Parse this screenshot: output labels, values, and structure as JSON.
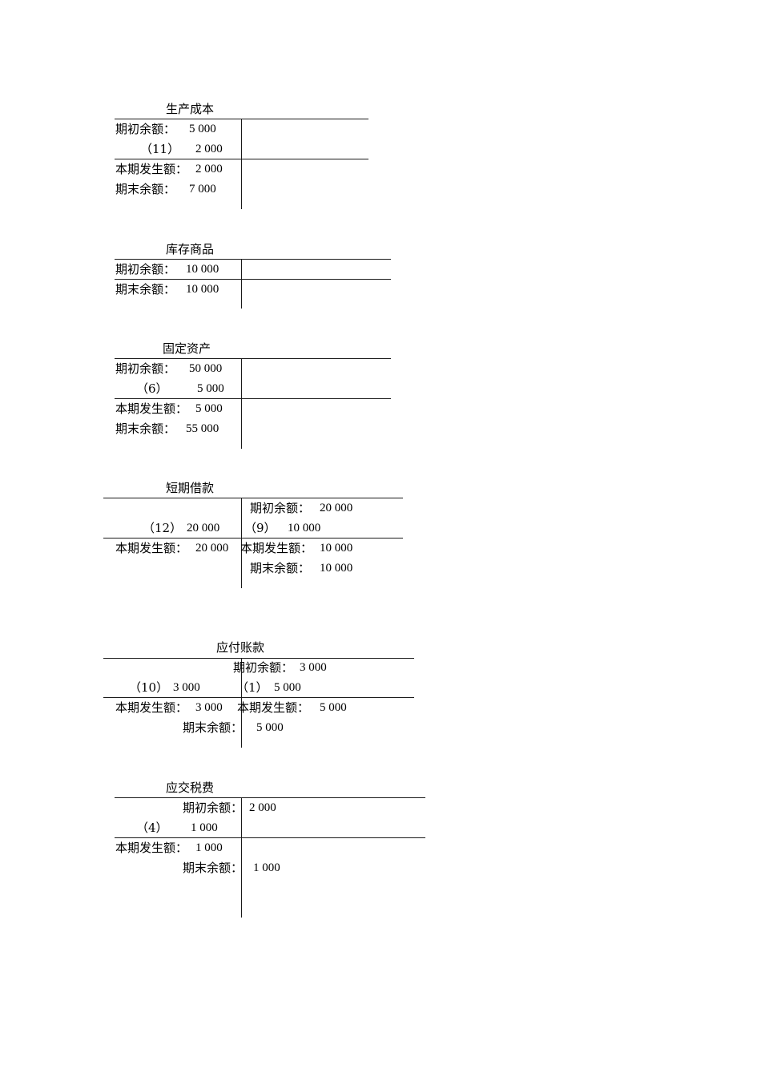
{
  "document": {
    "type": "T-account ledger (丁字账)",
    "accounts": [
      {
        "id": "production-cost",
        "title": "生产成本",
        "debit": [
          {
            "label": "期初余额：",
            "amount": "5 000"
          },
          {
            "label": "（11）",
            "amount": "2 000"
          },
          {
            "label": "本期发生额：",
            "amount": "2 000"
          },
          {
            "label": "期末余额：",
            "amount": "7 000"
          }
        ],
        "credit": []
      },
      {
        "id": "inventory-goods",
        "title": "库存商品",
        "debit": [
          {
            "label": "期初余额：",
            "amount": "10 000"
          },
          {
            "label": "期末余额：",
            "amount": "10 000"
          }
        ],
        "credit": []
      },
      {
        "id": "fixed-assets",
        "title": "固定资产",
        "debit": [
          {
            "label": "期初余额：",
            "amount": "50 000"
          },
          {
            "label": "（6）",
            "amount": "5 000"
          },
          {
            "label": "本期发生额：",
            "amount": "5 000"
          },
          {
            "label": "期末余额：",
            "amount": "55 000"
          }
        ],
        "credit": []
      },
      {
        "id": "short-term-loans",
        "title": "短期借款",
        "debit": [
          {
            "label": "（12）",
            "amount": "20 000"
          },
          {
            "label": "本期发生额：",
            "amount": "20 000"
          }
        ],
        "credit": [
          {
            "label": "期初余额：",
            "amount": "20 000"
          },
          {
            "label": "（9）",
            "amount": "10 000"
          },
          {
            "label": "本期发生额：",
            "amount": "10 000"
          },
          {
            "label": "期末余额：",
            "amount": "10 000"
          }
        ]
      },
      {
        "id": "accounts-payable",
        "title": "应付账款",
        "debit": [
          {
            "label": "（10）",
            "amount": "3 000"
          },
          {
            "label": "本期发生额：",
            "amount": "3 000"
          }
        ],
        "credit": [
          {
            "label": "期初余额：",
            "amount": "3 000"
          },
          {
            "label": "（1）",
            "amount": "5 000"
          },
          {
            "label": "本期发生额：",
            "amount": "5 000"
          },
          {
            "label": "期末余额：",
            "amount": "5 000"
          }
        ]
      },
      {
        "id": "taxes-payable",
        "title": "应交税费",
        "debit": [
          {
            "label": "（4）",
            "amount": "1 000"
          },
          {
            "label": "本期发生额：",
            "amount": "1 000"
          }
        ],
        "credit": [
          {
            "label": "期初余额：",
            "amount": "2 000"
          },
          {
            "label": "期末余额：",
            "amount": "1 000"
          }
        ]
      }
    ]
  }
}
